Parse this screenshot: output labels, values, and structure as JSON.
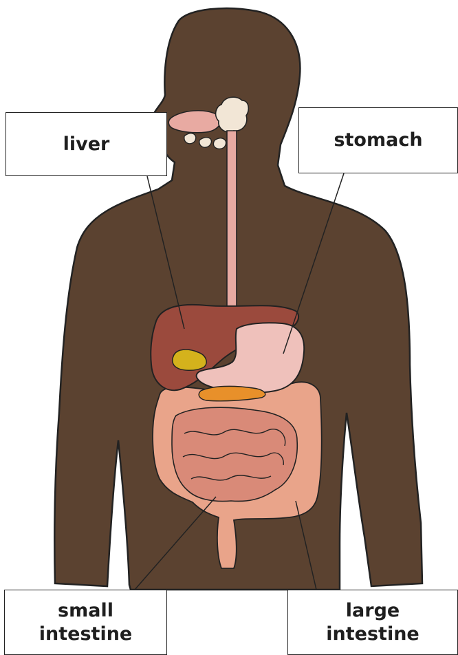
{
  "labels": {
    "liver": "liver",
    "stomach": "stomach",
    "small_intestine": [
      "small",
      "intestine"
    ],
    "large_intestine": [
      "large",
      "intestine"
    ]
  },
  "colors": {
    "skin": "#5b4230",
    "outline": "#222222",
    "liver": "#9b4a3d",
    "gallbladder": "#d4b21c",
    "stomach": "#efc1bb",
    "pancreas": "#e8902a",
    "intestine": "#e9a48a",
    "esophagus": "#e8aaa2",
    "salivary_gland": "#f2e6d6"
  }
}
